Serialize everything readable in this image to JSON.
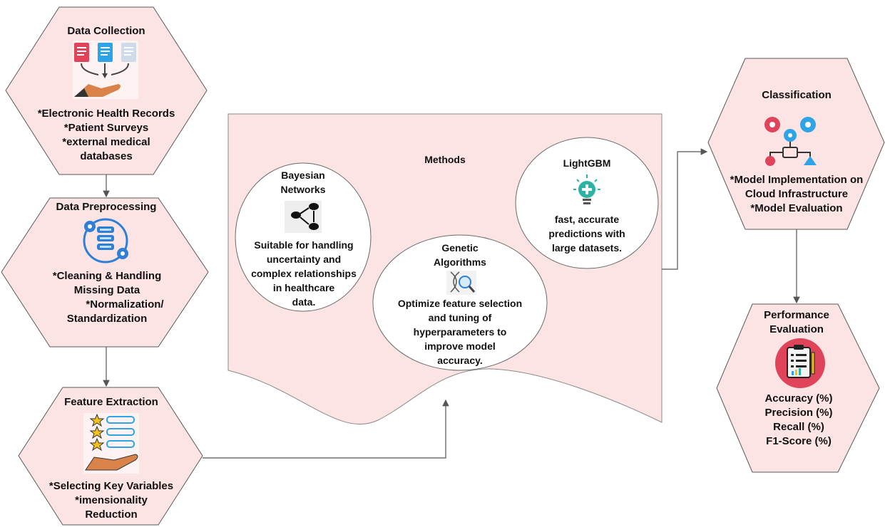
{
  "colors": {
    "hex_fill": "#fce4e4",
    "hex_stroke": "#5a5a5a",
    "connector": "#555555",
    "icon_red": "#e0445a",
    "icon_blue": "#2ea3e6",
    "icon_orange": "#d9834a",
    "icon_yellow": "#f4c21b",
    "icon_green": "#2bb3a3"
  },
  "data_collection": {
    "title": "Data Collection",
    "icon": "documents-to-hand-icon",
    "items": [
      "*Electronic Health Records",
      "*Patient Surveys",
      "*external medical",
      "databases"
    ]
  },
  "data_preprocessing": {
    "title": "Data Preprocessing",
    "icon": "database-gears-icon",
    "items": [
      "*Cleaning & Handling",
      "Missing Data",
      "*Normalization/",
      "Standardization"
    ]
  },
  "feature_extraction": {
    "title": "Feature Extraction",
    "icon": "star-list-hand-icon",
    "items": [
      "*Selecting Key Variables",
      "*imensionality",
      "Reduction"
    ]
  },
  "methods": {
    "title": "Methods",
    "bayesian": {
      "title": [
        "Bayesian",
        "Networks"
      ],
      "icon": "network-nodes-icon",
      "desc": [
        "Suitable for handling",
        "uncertainty and",
        "complex relationships",
        "in healthcare",
        "data."
      ]
    },
    "genetic": {
      "title": [
        "Genetic",
        "Algorithms"
      ],
      "icon": "dna-magnifier-icon",
      "desc": [
        "Optimize feature selection",
        "and tuning of",
        "hyperparameters to",
        "improve model",
        "accuracy."
      ]
    },
    "lightgbm": {
      "title": "LightGBM",
      "icon": "lightbulb-plus-icon",
      "desc": [
        "fast, accurate",
        "predictions with",
        "large datasets."
      ]
    }
  },
  "classification": {
    "title": "Classification",
    "icon": "gears-flowchart-icon",
    "items": [
      "*Model Implementation on",
      "Cloud Infrastructure",
      "*Model Evaluation"
    ]
  },
  "performance": {
    "title": [
      "Performance",
      "Evaluation"
    ],
    "icon": "clipboard-report-icon",
    "items": [
      "Accuracy (%)",
      "Precision (%)",
      "Recall (%)",
      "F1-Score (%)"
    ]
  }
}
